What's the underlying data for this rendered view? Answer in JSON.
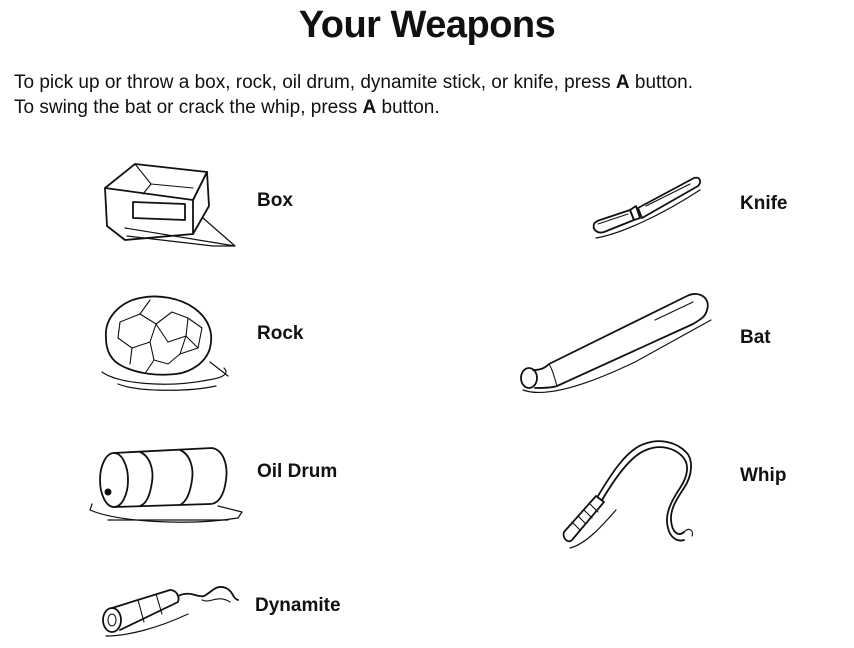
{
  "page": {
    "title": "Your Weapons",
    "instructions": {
      "line1_prefix": "To pick up or throw a box, rock, oil drum, dynamite stick, or knife, press ",
      "line1_key": "A",
      "line1_suffix": " button.",
      "line2_prefix": "To swing the bat or crack the whip, press ",
      "line2_key": "A",
      "line2_suffix": " button."
    }
  },
  "weapons": {
    "box": {
      "label": "Box",
      "icon": "box-icon"
    },
    "rock": {
      "label": "Rock",
      "icon": "rock-icon"
    },
    "oil_drum": {
      "label": "Oil Drum",
      "icon": "oil-drum-icon"
    },
    "dynamite": {
      "label": "Dynamite",
      "icon": "dynamite-icon"
    },
    "knife": {
      "label": "Knife",
      "icon": "knife-icon"
    },
    "bat": {
      "label": "Bat",
      "icon": "bat-icon"
    },
    "whip": {
      "label": "Whip",
      "icon": "whip-icon"
    }
  }
}
